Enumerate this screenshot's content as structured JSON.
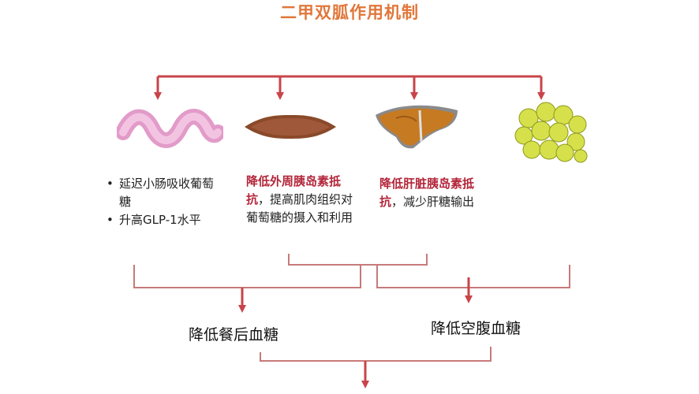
{
  "title": "二甲双胍作用机制",
  "colors": {
    "title": "#e0773a",
    "arrow": "#c9444a",
    "highlight": "#b3263a",
    "bracket": "#c77a7a"
  },
  "icons": [
    "intestine-icon",
    "muscle-icon",
    "liver-icon",
    "fat-cells-icon"
  ],
  "intestine": {
    "bullets": [
      "延迟小肠吸收葡萄糖",
      "升高GLP-1水平"
    ]
  },
  "muscle": {
    "highlight": "降低外周胰岛素抵抗",
    "rest": "，提高肌肉组织对葡萄糖的摄入和利用"
  },
  "liver": {
    "highlight": "降低肝脏胰岛素抵抗",
    "rest": "，减少肝糖输出"
  },
  "results": {
    "postprandial": "降低餐后血糖",
    "fasting": "降低空腹血糖"
  }
}
